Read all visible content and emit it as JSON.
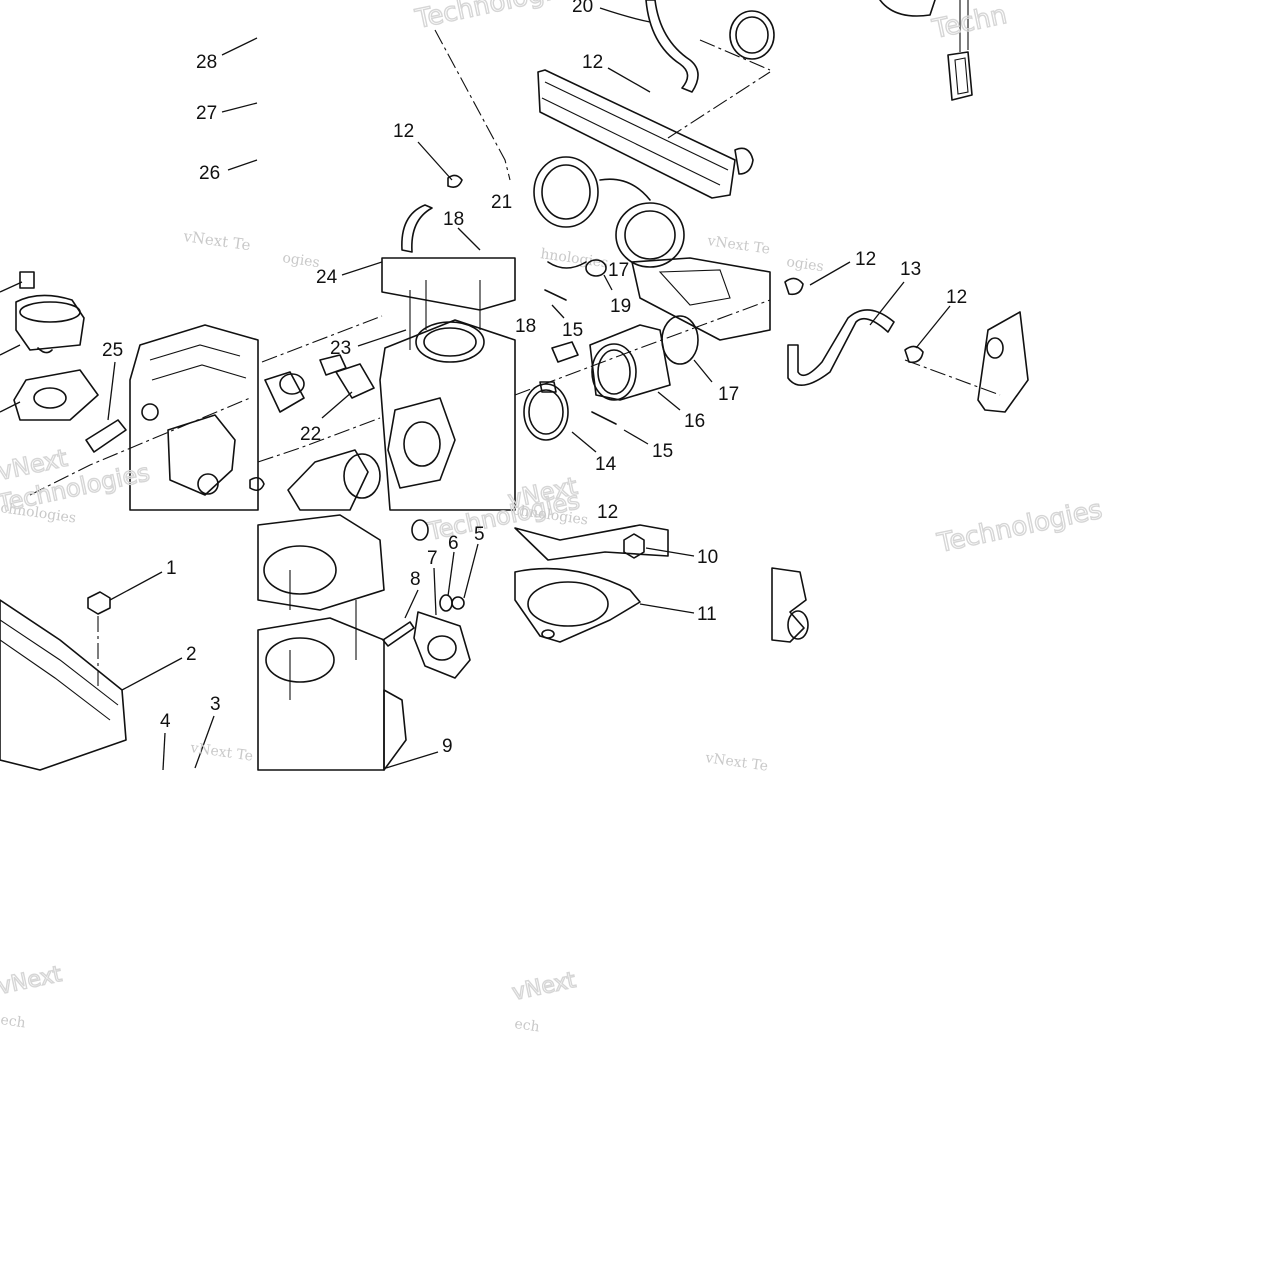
{
  "diagram": {
    "callouts": [
      "28",
      "27",
      "26",
      "20",
      "12",
      "12",
      "21",
      "18",
      "24",
      "23",
      "22",
      "25",
      "12",
      "13",
      "12",
      "17",
      "19",
      "18",
      "15",
      "17",
      "16",
      "14",
      "15",
      "1",
      "2",
      "3",
      "4",
      "7",
      "6",
      "5",
      "8",
      "9",
      "10",
      "11",
      "12"
    ],
    "watermark": {
      "line1": "vNext",
      "line2": "Technologies",
      "combined": "vNext Te",
      "fragment_a": "chnologies",
      "fragment_b": "hnologies",
      "fragment_c": "ogies",
      "fragment_d": "ech",
      "fragment_e": "Techn"
    },
    "colors": {
      "ink": "#111111",
      "watermark": "#c9c9c9",
      "background": "#ffffff"
    }
  }
}
